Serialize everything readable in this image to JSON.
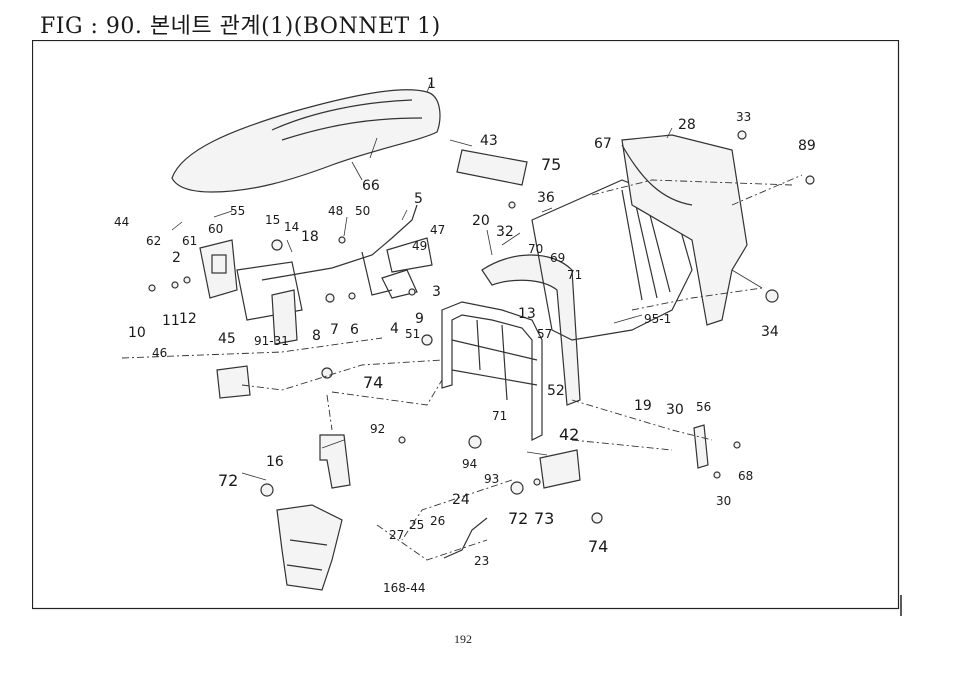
{
  "title": "FIG : 90. 본네트 관계(1)(BONNET 1)",
  "page_number": "192",
  "callouts": [
    {
      "id": "c1",
      "text": "1"
    },
    {
      "id": "c2",
      "text": "2"
    },
    {
      "id": "c3",
      "text": "3"
    },
    {
      "id": "c4",
      "text": "4"
    },
    {
      "id": "c5",
      "text": "5"
    },
    {
      "id": "c6",
      "text": "6"
    },
    {
      "id": "c7",
      "text": "7"
    },
    {
      "id": "c8",
      "text": "8"
    },
    {
      "id": "c9",
      "text": "9"
    },
    {
      "id": "c10",
      "text": "10"
    },
    {
      "id": "c11",
      "text": "11"
    },
    {
      "id": "c12",
      "text": "12"
    },
    {
      "id": "c13",
      "text": "13"
    },
    {
      "id": "c14",
      "text": "14"
    },
    {
      "id": "c15",
      "text": "15"
    },
    {
      "id": "c16",
      "text": "16"
    },
    {
      "id": "c18",
      "text": "18"
    },
    {
      "id": "c19",
      "text": "19"
    },
    {
      "id": "c20",
      "text": "20"
    },
    {
      "id": "c23",
      "text": "23"
    },
    {
      "id": "c24",
      "text": "24"
    },
    {
      "id": "c25",
      "text": "25"
    },
    {
      "id": "c26",
      "text": "26"
    },
    {
      "id": "c27",
      "text": "27"
    },
    {
      "id": "c28",
      "text": "28"
    },
    {
      "id": "c30a",
      "text": "30"
    },
    {
      "id": "c30b",
      "text": "30"
    },
    {
      "id": "c32",
      "text": "32"
    },
    {
      "id": "c33",
      "text": "33"
    },
    {
      "id": "c34",
      "text": "34"
    },
    {
      "id": "c36",
      "text": "36"
    },
    {
      "id": "c42",
      "text": "42"
    },
    {
      "id": "c43",
      "text": "43"
    },
    {
      "id": "c44",
      "text": "44"
    },
    {
      "id": "c45",
      "text": "45"
    },
    {
      "id": "c46",
      "text": "46"
    },
    {
      "id": "c47",
      "text": "47"
    },
    {
      "id": "c48",
      "text": "48"
    },
    {
      "id": "c49",
      "text": "49"
    },
    {
      "id": "c50",
      "text": "50"
    },
    {
      "id": "c51",
      "text": "51"
    },
    {
      "id": "c52",
      "text": "52"
    },
    {
      "id": "c55",
      "text": "55"
    },
    {
      "id": "c56",
      "text": "56"
    },
    {
      "id": "c57",
      "text": "57"
    },
    {
      "id": "c60",
      "text": "60"
    },
    {
      "id": "c61",
      "text": "61"
    },
    {
      "id": "c62",
      "text": "62"
    },
    {
      "id": "c66",
      "text": "66"
    },
    {
      "id": "c67",
      "text": "67"
    },
    {
      "id": "c68",
      "text": "68"
    },
    {
      "id": "c69",
      "text": "69"
    },
    {
      "id": "c70",
      "text": "70"
    },
    {
      "id": "c71a",
      "text": "71"
    },
    {
      "id": "c71b",
      "text": "71"
    },
    {
      "id": "c72a",
      "text": "72"
    },
    {
      "id": "c72b",
      "text": "72"
    },
    {
      "id": "c73",
      "text": "73"
    },
    {
      "id": "c74a",
      "text": "74"
    },
    {
      "id": "c74b",
      "text": "74"
    },
    {
      "id": "c75",
      "text": "75"
    },
    {
      "id": "c89",
      "text": "89"
    },
    {
      "id": "c92",
      "text": "92"
    },
    {
      "id": "c93",
      "text": "93"
    },
    {
      "id": "c94",
      "text": "94"
    },
    {
      "id": "c9131",
      "text": "91-31"
    },
    {
      "id": "c951",
      "text": "95-1"
    },
    {
      "id": "c16844",
      "text": "168-44"
    }
  ]
}
